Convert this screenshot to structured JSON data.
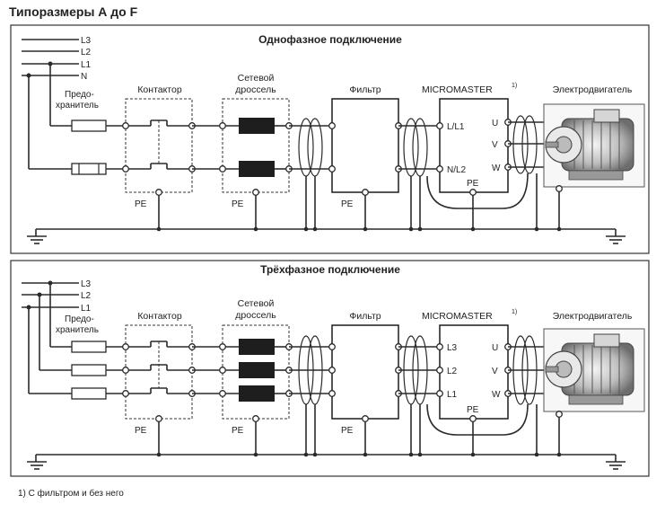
{
  "page_title": "Типоразмеры А до F",
  "footnote": "1)  С фильтром и без него",
  "sections": [
    {
      "title": "Однофазное подключение",
      "lines": [
        "L3",
        "L2",
        "L1",
        "N"
      ],
      "fuse_label_1": "Предо-",
      "fuse_label_2": "хранитель",
      "contactor": "Контактор",
      "choke_1": "Сетевой",
      "choke_2": "дроссель",
      "filter": "Фильтр",
      "drive": "MICROMASTER",
      "drive_sup": "1)",
      "motor": "Электродвигатель",
      "in_terms": [
        "L/L1",
        "N/L2"
      ],
      "out_terms": [
        "U",
        "V",
        "W"
      ],
      "pe": "PE"
    },
    {
      "title": "Трёхфазное подключение",
      "lines": [
        "L3",
        "L2",
        "L1"
      ],
      "fuse_label_1": "Предо-",
      "fuse_label_2": "хранитель",
      "contactor": "Контактор",
      "choke_1": "Сетевой",
      "choke_2": "дроссель",
      "filter": "Фильтр",
      "drive": "MICROMASTER",
      "drive_sup": "1)",
      "motor": "Электродвигатель",
      "in_terms": [
        "L3",
        "L2",
        "L1"
      ],
      "out_terms": [
        "U",
        "V",
        "W"
      ],
      "pe": "PE"
    }
  ]
}
